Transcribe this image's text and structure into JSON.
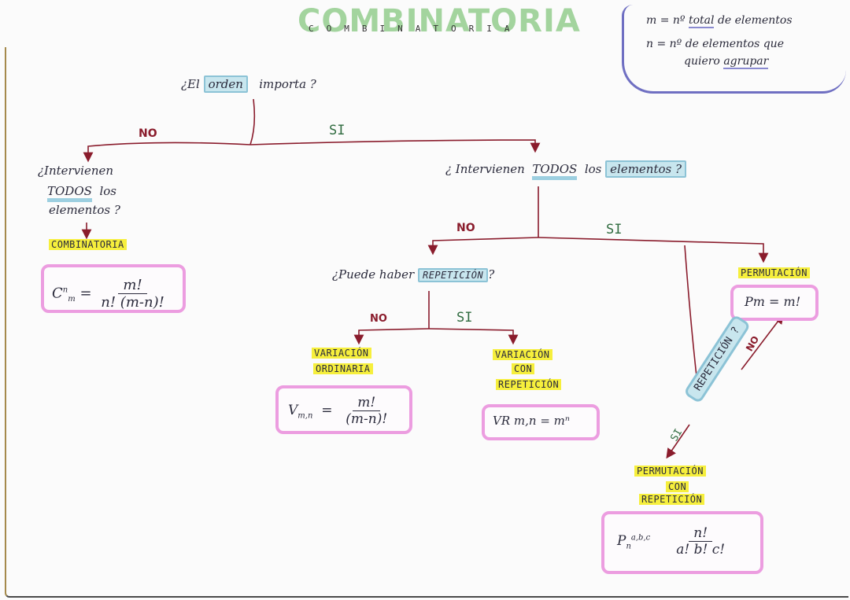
{
  "title": {
    "large": "COMBINATORIA",
    "small": "COMBINATORIA"
  },
  "legend": {
    "line1_prefix": "m = nº",
    "line1_underlined": "total",
    "line1_suffix": "de elementos",
    "line2": "n = nº de elementos que",
    "line3_prefix": "quiero",
    "line3_underlined": "agrupar"
  },
  "root_question": {
    "prefix": "¿El",
    "highlight": "orden",
    "suffix": "importa ?"
  },
  "branches": {
    "root_no": "NO",
    "root_si": "SI",
    "all_no": "NO",
    "all_si": "SI",
    "rep_no": "NO",
    "rep_si": "SI",
    "perm_rep_no": "NO",
    "perm_rep_si": "SI"
  },
  "left_question": {
    "line1": "¿Intervienen",
    "line2_highlight": "TODOS",
    "line2_suffix": "los",
    "line3": "elementos ?"
  },
  "right_question": {
    "prefix": "¿ Intervienen",
    "highlight_ul": "TODOS",
    "middle": "los",
    "highlight_box": "elementos ?"
  },
  "repetition_question": {
    "prefix": "¿Puede haber",
    "highlight": "REPETICIÓN",
    "suffix": "?"
  },
  "permutation_rep_question": {
    "label": "REPETICIÓN ?"
  },
  "results": {
    "combinatoria": {
      "label": "COMBINATORIA",
      "formula_lhs": "C",
      "formula_sup": "n",
      "formula_sub": "m",
      "numerator": "m!",
      "denominator": "n! (m-n)!"
    },
    "variacion_ordinaria": {
      "label_line1": "VARIACIÓN",
      "label_line2": "ORDINARIA",
      "formula_lhs": "V",
      "formula_sub": "m,n",
      "numerator": "m!",
      "denominator": "(m-n)!"
    },
    "variacion_con_repeticion": {
      "label_line1": "VARIACIÓN",
      "label_line2": "CON",
      "label_line3": "REPETICIÓN",
      "formula": "VR m,n = mⁿ"
    },
    "permutacion": {
      "label": "PERMUTACIÓN",
      "formula": "Pm = m!"
    },
    "permutacion_con_repeticion": {
      "label_line1": "PERMUTACIÓN",
      "label_line2": "CON",
      "label_line3": "REPETICIÓN",
      "formula_lhs": "P",
      "formula_sub": "n",
      "formula_sup": "a,b,c",
      "numerator": "n!",
      "denominator": "a! b! c!"
    }
  },
  "colors": {
    "arrow": "#8a1c2c",
    "title_green": "#9fd29a",
    "highlight_blue": "#c8e6ee",
    "highlight_yellow": "#f6ef3c",
    "formula_border_pink": "#ec9de0",
    "legend_border": "#6f6fc2",
    "si_green": "#2f6b3f"
  }
}
